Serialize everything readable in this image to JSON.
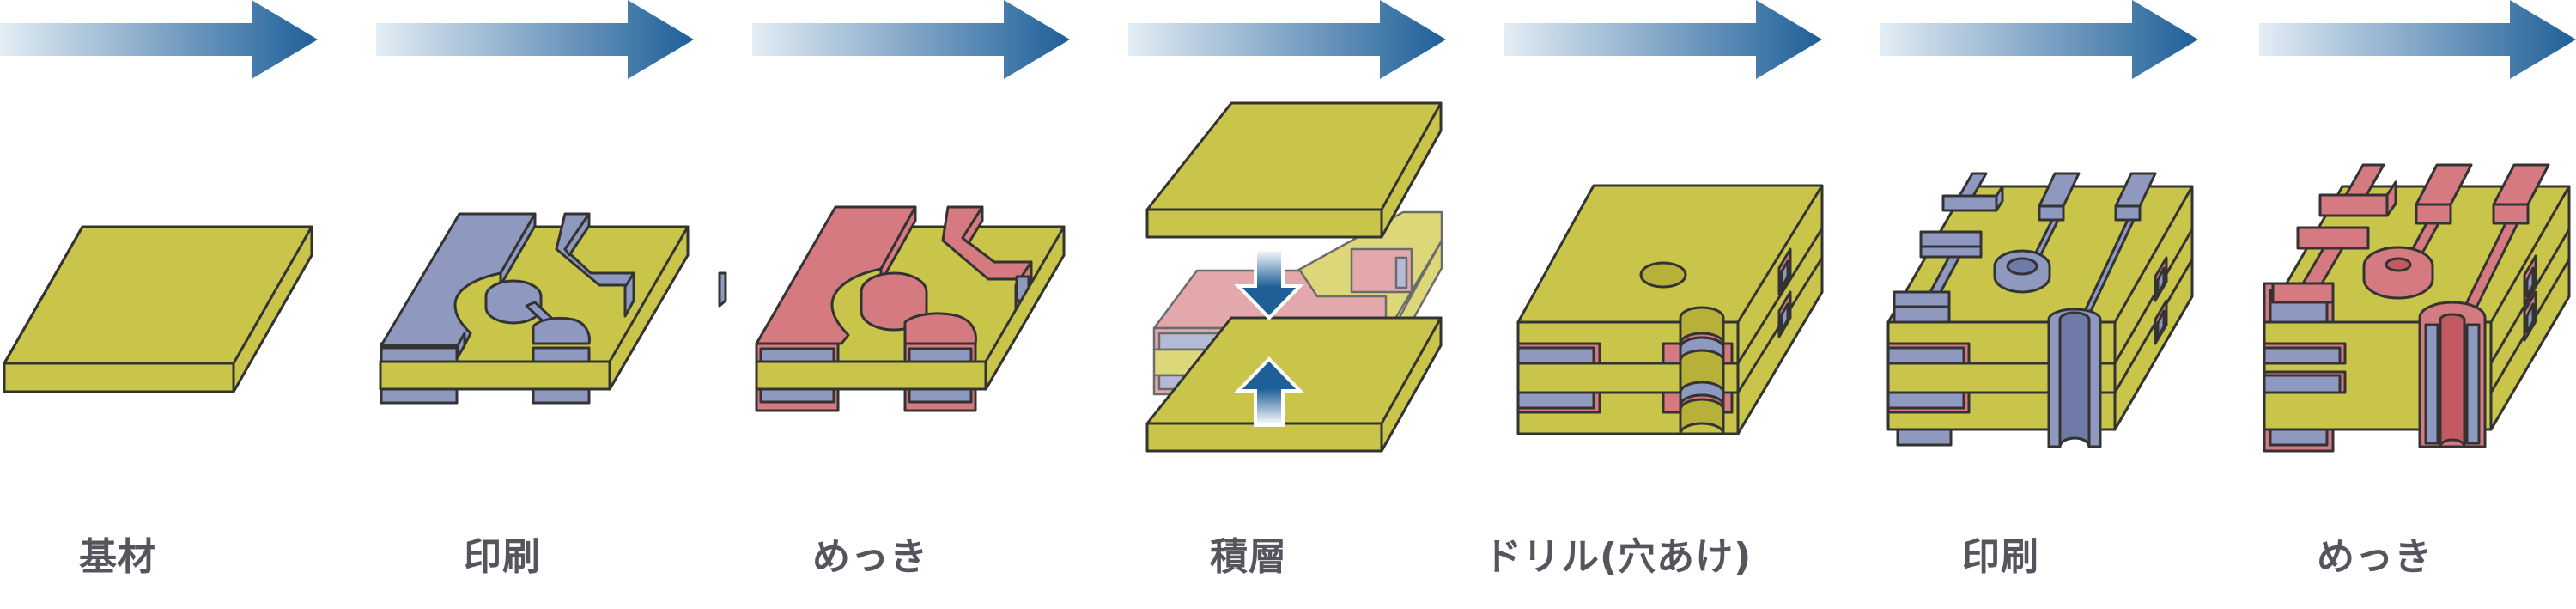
{
  "title": "多層プリント基板の製造工程",
  "colors": {
    "substrate": "#c9c44a",
    "substrate_faded": "#dcd87a",
    "copper_pattern": "#8f98bf",
    "copper_faded": "#b4b9d6",
    "plating": "#d47a80",
    "plating_faded": "#e3a8ac",
    "via_inner": "#6f7aa8",
    "via_plated_core": "#c25a62",
    "outline": "#333333",
    "arrow_start": "#e4edf5",
    "arrow_end": "#1e5f98",
    "label_text": "#55555e"
  },
  "steps": [
    {
      "label": "基材",
      "icon": "substrate-slab"
    },
    {
      "label": "印刷",
      "icon": "printed-circuit-pattern"
    },
    {
      "label": "めっき",
      "icon": "plated-circuit-pattern"
    },
    {
      "label": "積層",
      "icon": "lamination-press",
      "press_arrows": [
        "down-arrow",
        "up-arrow"
      ]
    },
    {
      "label": "ドリル(穴あけ)",
      "icon": "drilled-multilayer-board"
    },
    {
      "label": "印刷",
      "icon": "outer-layer-pattern"
    },
    {
      "label": "めっき",
      "icon": "plated-through-hole-board"
    }
  ]
}
